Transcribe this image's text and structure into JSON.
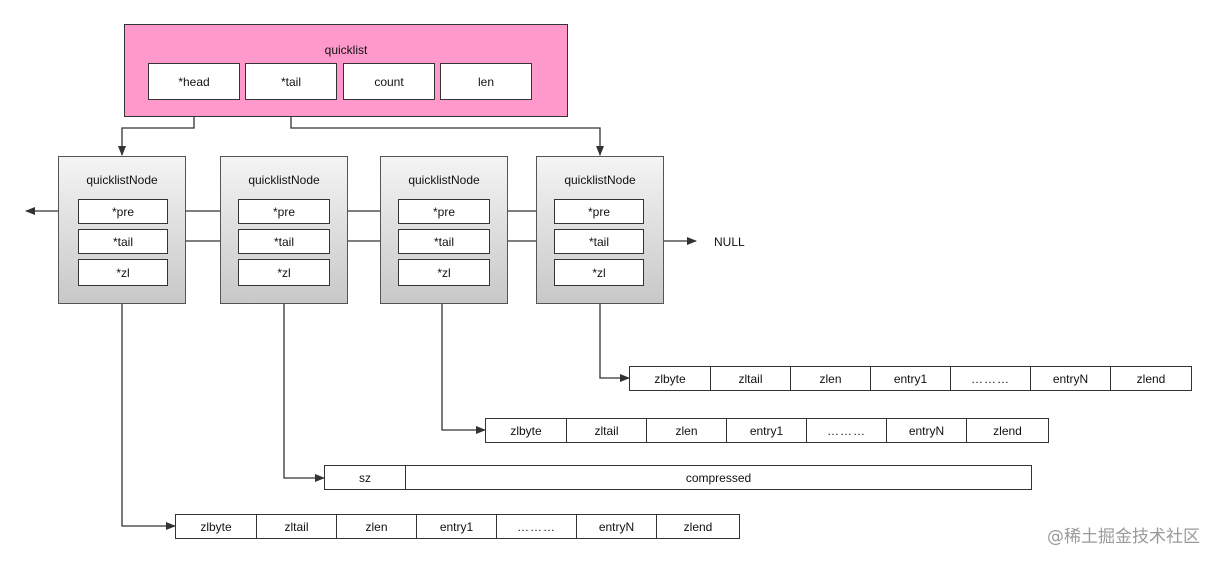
{
  "quicklist": {
    "title": "quicklist",
    "fields": [
      "*head",
      "*tail",
      "count",
      "len"
    ]
  },
  "nodes": [
    {
      "title": "quicklistNode",
      "fields": [
        "*pre",
        "*tail",
        "*zl"
      ]
    },
    {
      "title": "quicklistNode",
      "fields": [
        "*pre",
        "*tail",
        "*zl"
      ]
    },
    {
      "title": "quicklistNode",
      "fields": [
        "*pre",
        "*tail",
        "*zl"
      ]
    },
    {
      "title": "quicklistNode",
      "fields": [
        "*pre",
        "*tail",
        "*zl"
      ]
    }
  ],
  "null_label": "NULL",
  "ziplist_a": [
    "zlbyte",
    "zltail",
    "zlen",
    "entry1",
    "………",
    "entryN",
    "zlend"
  ],
  "ziplist_b": [
    "zlbyte",
    "zltail",
    "zlen",
    "entry1",
    "………",
    "entryN",
    "zlend"
  ],
  "ziplist_c": [
    "zlbyte",
    "zltail",
    "zlen",
    "entry1",
    "………",
    "entryN",
    "zlend"
  ],
  "compressed": {
    "sz": "sz",
    "data": "compressed"
  },
  "watermark": "@稀土掘金技术社区",
  "colors": {
    "quicklist_fill": "#ff99cc",
    "line": "#333333"
  }
}
